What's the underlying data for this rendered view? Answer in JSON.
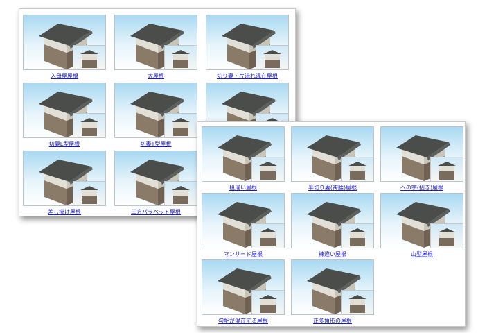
{
  "back_panel": {
    "items": [
      {
        "label": "入母屋屋根"
      },
      {
        "label": "大屋根"
      },
      {
        "label": "切り妻・片流れ混在屋根"
      },
      {
        "label": "切妻L型屋根"
      },
      {
        "label": "切妻T型屋根"
      },
      {
        "label": ""
      },
      {
        "label": "差し掛け屋根"
      },
      {
        "label": "三方パラペット屋根"
      },
      {
        "label": ""
      }
    ]
  },
  "front_panel": {
    "items": [
      {
        "label": "段違い屋根"
      },
      {
        "label": "半切り妻(袴腰)屋根"
      },
      {
        "label": "への字(招き)屋根"
      },
      {
        "label": "マンサード屋根"
      },
      {
        "label": "棟違い屋根"
      },
      {
        "label": "山型屋根"
      },
      {
        "label": "勾配が混在する屋根"
      },
      {
        "label": "正多角形の屋根"
      }
    ]
  },
  "colors": {
    "link": "#1a1ad0",
    "roof": "#4a4d4a",
    "wall": "#d8d4c8",
    "base": "#7a6c5c"
  }
}
